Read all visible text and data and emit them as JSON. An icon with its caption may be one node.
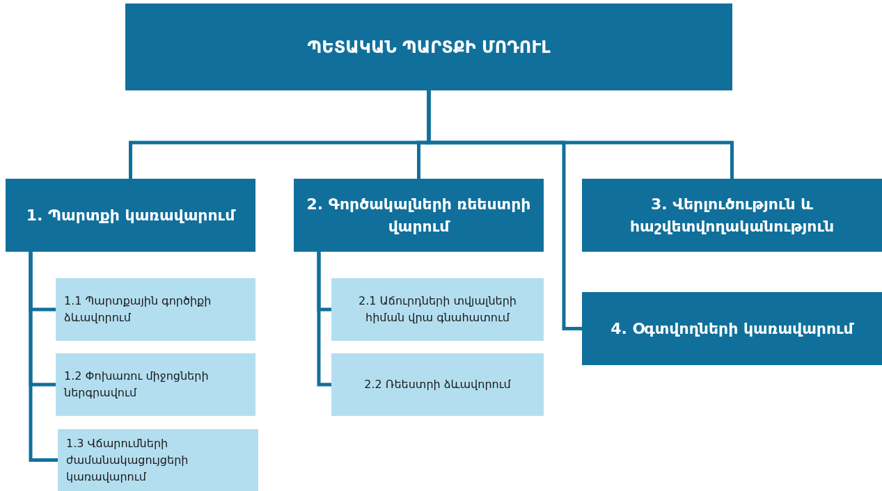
{
  "diagram": {
    "nodes": [
      {
        "text": [
          "ՊԵՏԱԿԱՆ ՊԱՐՏՔԻ ՄՈԴՈՒԼ"
        ]
      },
      {
        "text": [
          "1. Պարտքի կառավարում"
        ]
      },
      {
        "text": [
          "2. Գործակալների ռեեստրի վարում"
        ]
      },
      {
        "text": [
          "3. Վերլուծություն և հաշվետվողականություն"
        ]
      },
      {
        "text": [
          "4. Օգտվողների կառավարում"
        ]
      },
      {
        "text": [
          "1.1 Պարտքային գործիքի ձևավորում"
        ]
      },
      {
        "text": [
          "1.2 Փոխառու միջոցների ներգրավում"
        ]
      },
      {
        "text": [
          "1.3 Վճարումների ժամանակացույցերի կառավարում"
        ]
      },
      {
        "text": [
          "2.1 Աճուրդների տվյալների հիման վրա գնահատում"
        ]
      },
      {
        "text": [
          "2.2 Ռեեստրի ձևավորում"
        ]
      }
    ],
    "edges": [
      {
        "from": 0,
        "to": 1,
        "arrow": "none"
      },
      {
        "from": 0,
        "to": 2,
        "arrow": "none"
      },
      {
        "from": 0,
        "to": 3,
        "arrow": "none"
      },
      {
        "from": 0,
        "to": 4,
        "arrow": "none"
      },
      {
        "from": 1,
        "to": 5,
        "arrow": "none"
      },
      {
        "from": 1,
        "to": 6,
        "arrow": "none"
      },
      {
        "from": 1,
        "to": 7,
        "arrow": "none"
      },
      {
        "from": 2,
        "to": 8,
        "arrow": "none"
      },
      {
        "from": 2,
        "to": 9,
        "arrow": "none"
      }
    ]
  }
}
